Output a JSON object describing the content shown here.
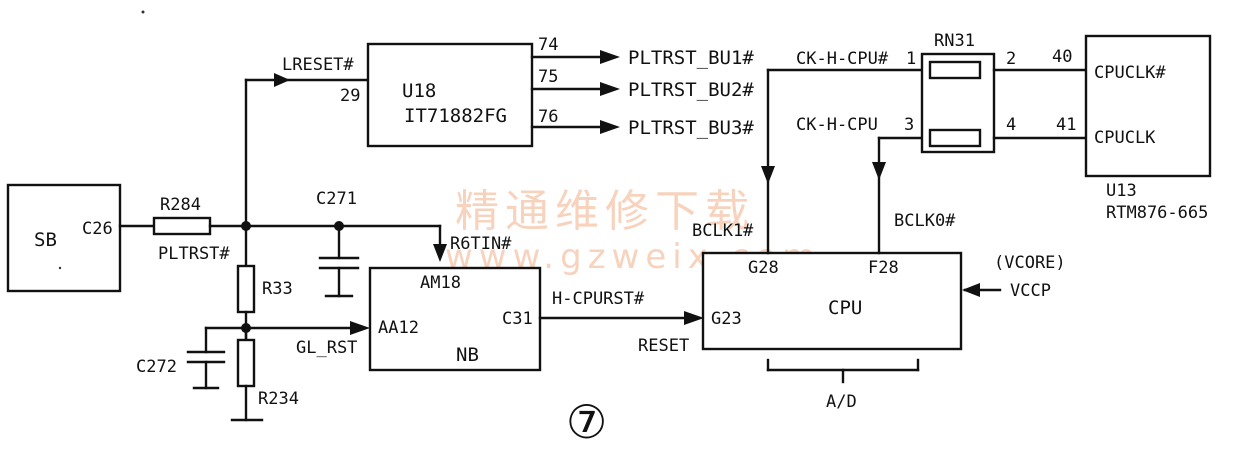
{
  "watermark": {
    "cn": "精通维修下载",
    "url": "www.gzweix.com"
  },
  "figure_number": "⑦",
  "sb": {
    "label": "SB",
    "pin": "C26"
  },
  "r284": {
    "label": "R284",
    "net": "PLTRST#"
  },
  "u18": {
    "ref": "U18",
    "part": "IT71882FG",
    "pin_in": "29",
    "net_in": "LRESET#",
    "outputs": [
      {
        "pin": "74",
        "net": "PLTRST_BU1#"
      },
      {
        "pin": "75",
        "net": "PLTRST_BU2#"
      },
      {
        "pin": "76",
        "net": "PLTRST_BU3#"
      }
    ]
  },
  "c271": {
    "label": "C271"
  },
  "r33": {
    "label": "R33"
  },
  "c272": {
    "label": "C272"
  },
  "r234": {
    "label": "R234"
  },
  "nb": {
    "label": "NB",
    "pin_am18": "AM18",
    "net_r6tin": "R6TIN#",
    "pin_aa12": "AA12",
    "net_glrst": "GL_RST",
    "pin_c31": "C31"
  },
  "cpu": {
    "label": "CPU",
    "pin_g28": "G28",
    "pin_f28": "F28",
    "pin_g23": "G23",
    "net_reset": "RESET",
    "net_cpurst": "H-CPURST#",
    "net_bclk1": "BCLK1#",
    "net_bclk0": "BCLK0#",
    "vcore": "(VCORE)",
    "vccp": "VCCP",
    "ad": "A/D"
  },
  "rn31": {
    "label": "RN31",
    "pin1": "1",
    "pin2": "2",
    "pin3": "3",
    "pin4": "4",
    "net_ckcpu_n": "CK-H-CPU#",
    "net_ckcpu": "CK-H-CPU"
  },
  "u13": {
    "ref": "U13",
    "part": "RTM876-665",
    "pin40": "40",
    "pin41": "41",
    "clk_n": "CPUCLK#",
    "clk": "CPUCLK"
  }
}
